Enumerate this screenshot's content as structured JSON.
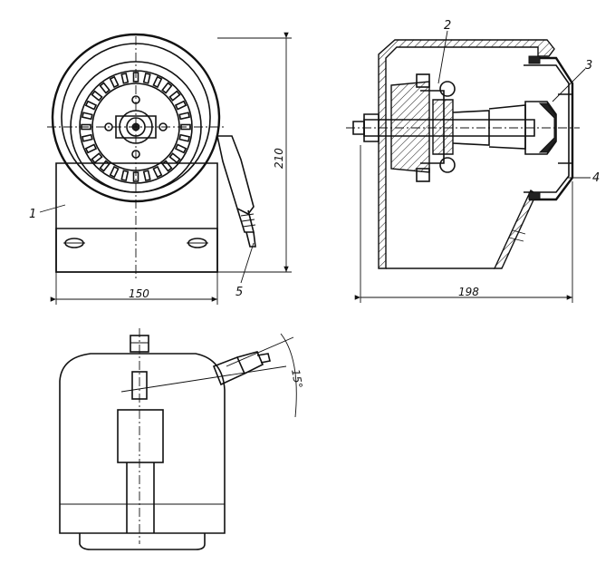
{
  "callouts": [
    "1",
    "2",
    "3",
    "4",
    "5"
  ],
  "dimensions": {
    "height": "210",
    "width_front": "150",
    "depth": "198",
    "angle": "15°"
  }
}
